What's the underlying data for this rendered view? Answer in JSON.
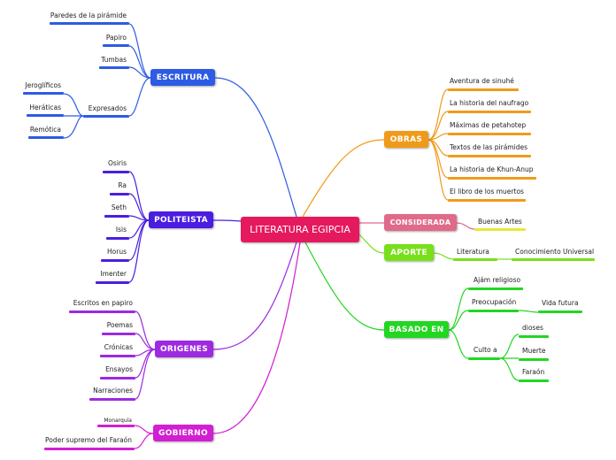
{
  "center": {
    "label": "LITERATURA EGIPCIA",
    "color": "#e5195e"
  },
  "branches": {
    "escritura": {
      "label": "ESCRITURA",
      "color": "#2d5be3",
      "items": [
        "Paredes de la pirámide",
        "Papiro",
        "Tumbas",
        "Expresados"
      ],
      "expresados": [
        "Jeroglíficos",
        "Heráticas",
        "Remótica"
      ]
    },
    "politeista": {
      "label": "POLITEISTA",
      "color": "#4a1ee0",
      "items": [
        "Osiris",
        "Ra",
        "Seth",
        "Isis",
        "Horus",
        "Imenter"
      ]
    },
    "origenes": {
      "label": "ORIGENES",
      "color": "#9d2ae0",
      "items": [
        "Escritos en papiro",
        "Poemas",
        "Crónicas",
        "Ensayos",
        "Narraciones"
      ]
    },
    "gobierno": {
      "label": "GOBIERNO",
      "color": "#d21fd2",
      "items": [
        "Monarquía",
        "Poder supremo del Faraón"
      ]
    },
    "obras": {
      "label": "OBRAS",
      "color": "#f09a1a",
      "items": [
        "Aventura de sinuhé",
        "La historia del naufrago",
        "Máximas de petahotep",
        "Textos de las pirámides",
        "La historia de Khun-Anup",
        "El libro de los muertos"
      ]
    },
    "considerada": {
      "label": "CONSIDERADA",
      "color": "#e06a8a",
      "items": [
        "Buenas Artes"
      ]
    },
    "aporte": {
      "label": "APORTE",
      "color": "#78e01a",
      "items": [
        "Literatura"
      ],
      "literatura": [
        "Conocimiento Universal"
      ]
    },
    "basado_en": {
      "label": "BASADO EN",
      "color": "#22d622",
      "items": [
        "Ajám religioso",
        "Preocupación",
        "Culto a"
      ],
      "preocupacion": [
        "Vida futura"
      ],
      "culto_a": [
        "dioses",
        "Muerte",
        "Faraón"
      ]
    }
  }
}
